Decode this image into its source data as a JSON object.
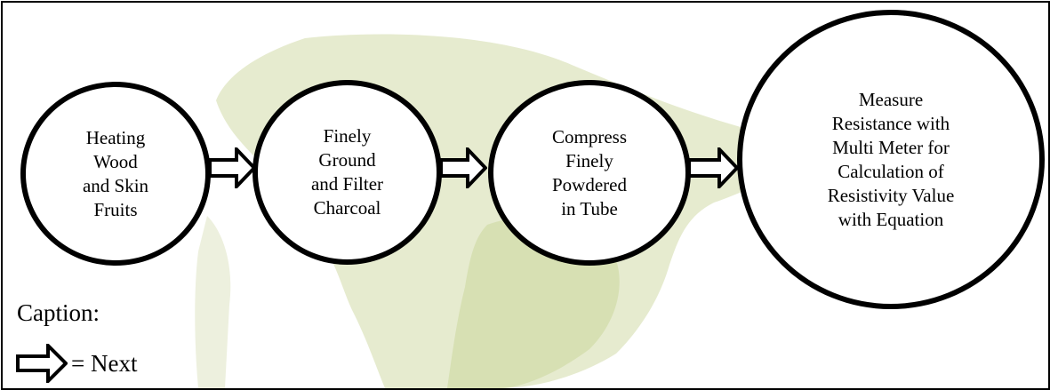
{
  "diagram": {
    "steps": [
      "Heating\nWood\nand Skin\nFruits",
      "Finely\nGround\nand Filter\nCharcoal",
      "Compress\nFinely\nPowdered\nin Tube",
      "Measure\nResistance with\nMulti Meter for\nCalculation of\nResistivity Value\nwith Equation"
    ],
    "connector_icon": "hollow-right-arrow",
    "caption": {
      "title": "Caption:",
      "legend_label": "= Next"
    },
    "colors": {
      "border": "#000000",
      "watermark": "#e6ebcf"
    }
  }
}
